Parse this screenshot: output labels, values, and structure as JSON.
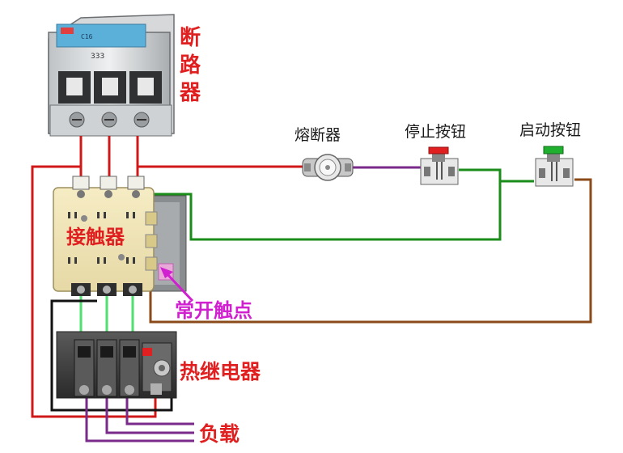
{
  "labels": {
    "breaker": [
      "断",
      "路",
      "器"
    ],
    "fuse": "熔断器",
    "stop_button": "停止按钮",
    "start_button": "启动按钮",
    "contactor": "接触器",
    "no_contact": "常开触点",
    "thermal_relay": "热继电器",
    "load": "负载",
    "breaker_plate_text": "333"
  },
  "colors": {
    "label_red": "#e02020",
    "label_magenta": "#d020d0",
    "wire_red": "#d01818",
    "wire_green": "#1a8c1a",
    "wire_light_green": "#50e070",
    "wire_brown": "#8b4a1a",
    "wire_purple": "#7a2a8a",
    "wire_black": "#111111",
    "stop_cap": "#e02020",
    "start_cap": "#20b030"
  }
}
